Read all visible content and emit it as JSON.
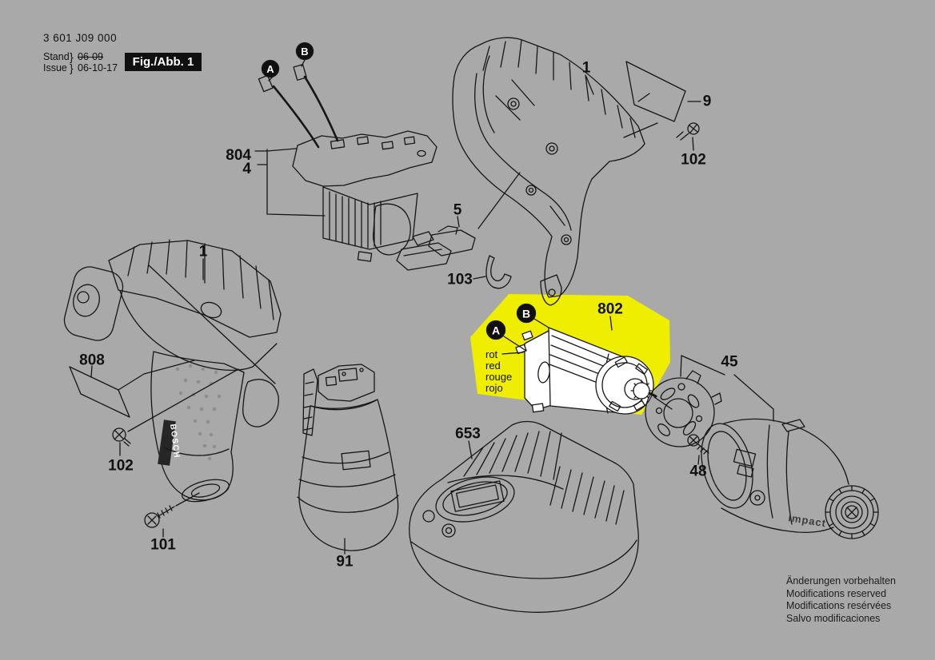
{
  "colors": {
    "background": "#a9a9a9",
    "highlight": "#efed00",
    "ink": "#161616",
    "figure_box_bg": "#101010",
    "figure_box_text": "#ffffff"
  },
  "header": {
    "doc_number": "3 601 J09 000",
    "stand_label": "Stand",
    "issue_label": "Issue",
    "brace": "}",
    "old_date": "06-09",
    "new_date": "06-10-17",
    "figure_label": "Fig./Abb. 1"
  },
  "callouts": {
    "a": "A",
    "b": "B"
  },
  "motor_wire_colors": [
    "rot",
    "red",
    "rouge",
    "rojo"
  ],
  "part_labels": {
    "switch_kit": "804",
    "switch_item": "4",
    "selector_slider": "5",
    "hook": "103",
    "housing_left": "1",
    "housing_right": "1",
    "label_sheet": "9",
    "screw_housing": "102",
    "motor": "802",
    "gear_plate": "45",
    "screw_gear_plate": "48",
    "warning_label": "808",
    "screw_front": "102",
    "screw_handle": "101",
    "battery_pack": "91",
    "charger": "653"
  },
  "branding": {
    "handle_logo": "BOSCH",
    "head_text": "Impact"
  },
  "footer": {
    "lines": [
      "Änderungen vorbehalten",
      "Modifications reserved",
      "Modifications resérvées",
      "Salvo modificaciones"
    ]
  }
}
